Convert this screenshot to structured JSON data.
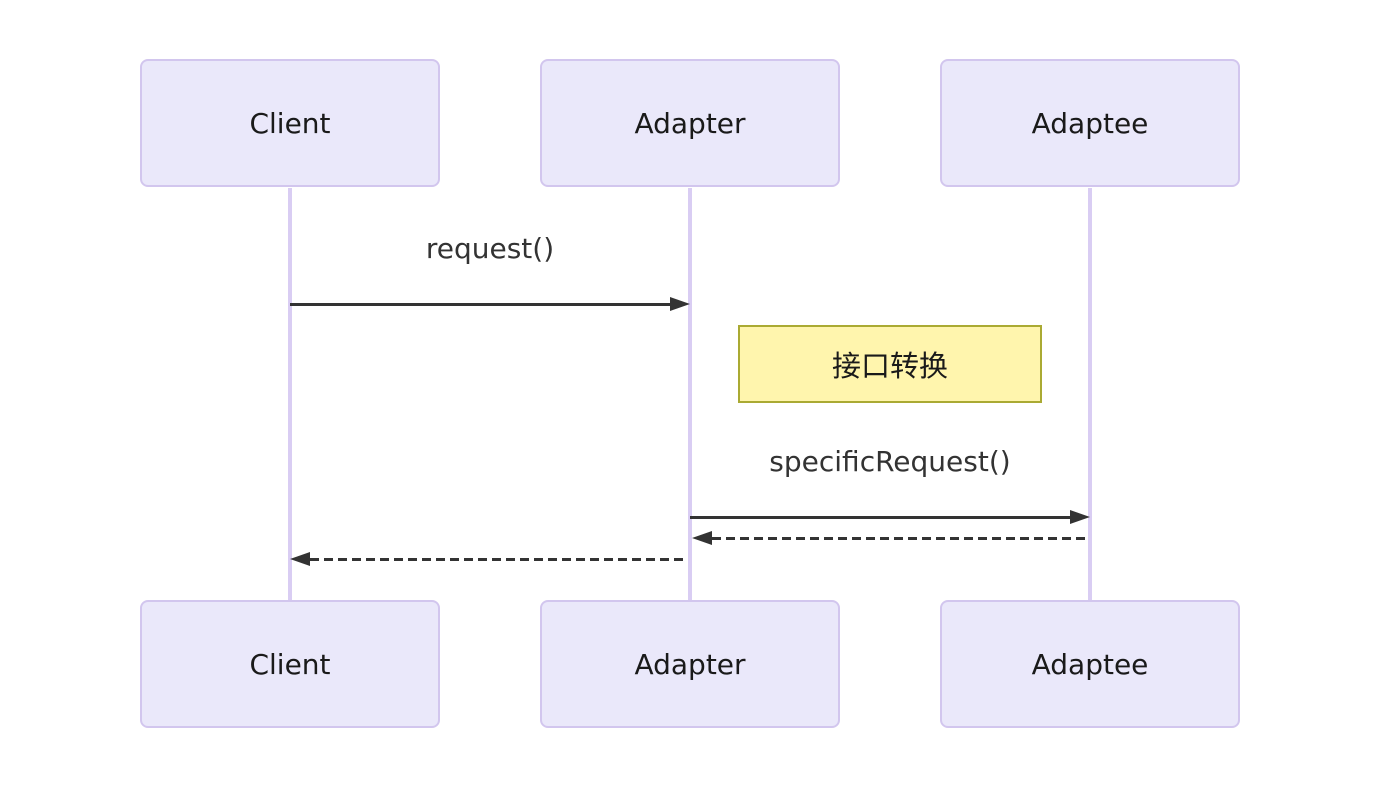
{
  "diagram": {
    "type": "sequence-diagram",
    "participants": [
      {
        "id": "client",
        "label": "Client"
      },
      {
        "id": "adapter",
        "label": "Adapter"
      },
      {
        "id": "adaptee",
        "label": "Adaptee"
      }
    ],
    "messages": [
      {
        "from": "client",
        "to": "adapter",
        "style": "solid",
        "label": "request()"
      },
      {
        "type": "note",
        "over": "adapter,adaptee",
        "label": "接口转换"
      },
      {
        "from": "adapter",
        "to": "adaptee",
        "style": "solid",
        "label": "specificRequest()"
      },
      {
        "from": "adaptee",
        "to": "adapter",
        "style": "dashed",
        "label": ""
      },
      {
        "from": "adapter",
        "to": "client",
        "style": "dashed",
        "label": ""
      }
    ]
  },
  "colors": {
    "actor_fill": "#eae8fa",
    "actor_border": "#d2c6ee",
    "lifeline": "#d9cdf3",
    "arrow": "#333333",
    "note_fill": "#fff5ad",
    "note_border": "#aaaa33",
    "text": "#1a1a1a"
  }
}
